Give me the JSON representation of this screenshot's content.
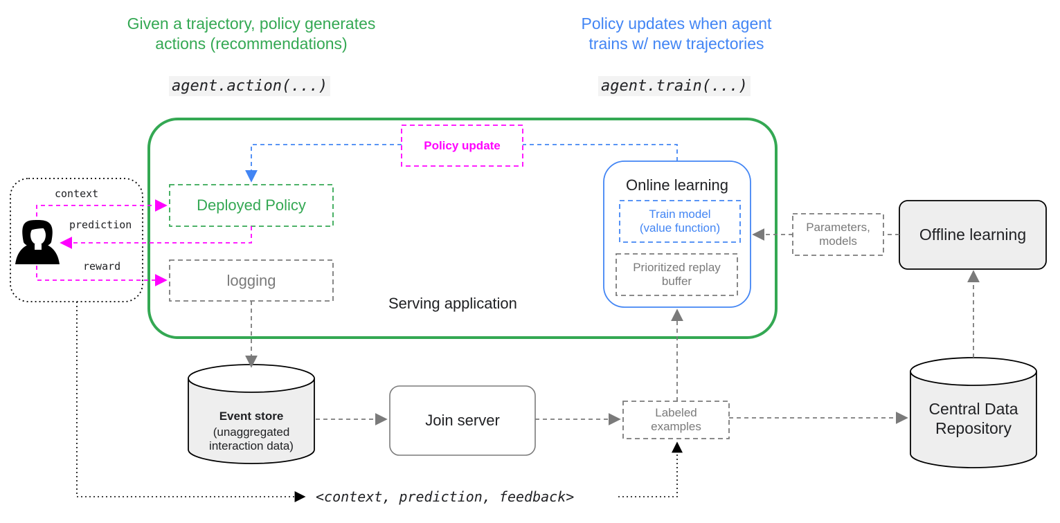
{
  "captions": {
    "left": "Given a trajectory, policy generates\nactions (recommendations)",
    "right": "Policy updates when agent\ntrains w/ new trajectories",
    "left_code": "agent.action(...)",
    "right_code": "agent.train(...)"
  },
  "user": {
    "context": "context",
    "prediction": "prediction",
    "reward": "reward"
  },
  "serving": {
    "label": "Serving application",
    "policy_update": "Policy update",
    "deployed_policy": "Deployed Policy",
    "logging": "logging"
  },
  "online": {
    "title": "Online learning",
    "train_model": "Train model\n(value function)",
    "replay_buffer": "Prioritized replay\nbuffer"
  },
  "offline": {
    "params": "Parameters,\nmodels",
    "label": "Offline learning"
  },
  "bottom": {
    "event_store_title": "Event store",
    "event_store_sub": "(unaggregated\ninteraction data)",
    "join_server": "Join server",
    "labeled_examples": "Labeled\nexamples",
    "central_repo": "Central Data\nRepository",
    "feedback_tuple": "<context, prediction, feedback>"
  },
  "colors": {
    "green": "#34a853",
    "blue": "#4285f4",
    "magenta": "#ff00ff",
    "gray": "#7a7a7a"
  }
}
